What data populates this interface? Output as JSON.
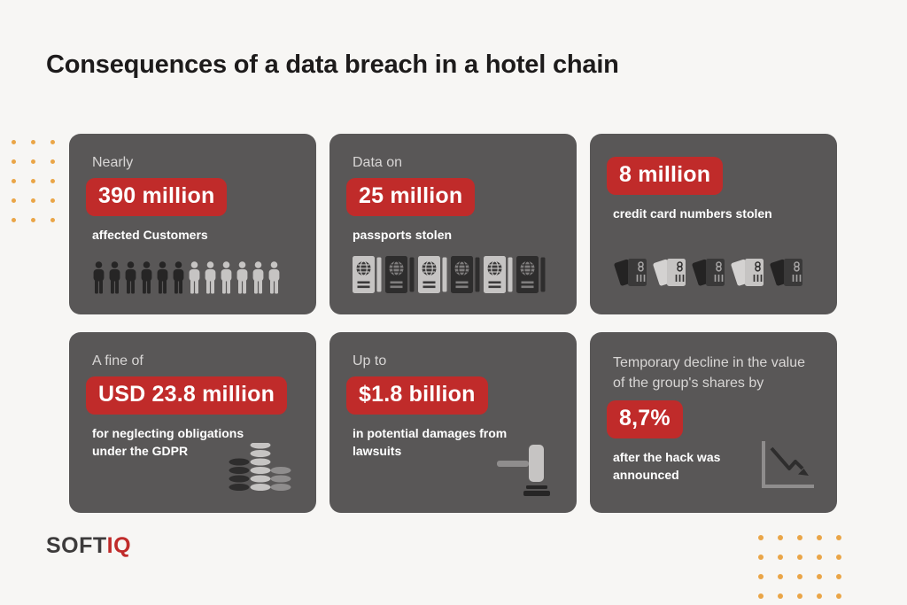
{
  "page": {
    "title": "Consequences of a data breach in a hotel chain"
  },
  "colors": {
    "background": "#f7f6f4",
    "card": "#595757",
    "badge_red": "#c02b2a",
    "dot_orange": "#eaa547",
    "title_text": "#1d1b1b",
    "intro_text": "#d8d6d5",
    "caption_text": "#ffffff",
    "icon_dark": "#262525",
    "icon_dark_alt": "#2e2d2d",
    "icon_light": "#c6c4c3",
    "icon_mid": "#8f8d8d",
    "icon_detail_on_light": "#3a3939",
    "icon_detail_on_dark": "#7f7d7d"
  },
  "cards": [
    {
      "name": "affected-customers",
      "intro": "Nearly",
      "stat": "390 million",
      "caption": "affected Customers",
      "icon": {
        "type": "people-row",
        "name": "people-row-icon",
        "count": 12,
        "dark_count": 6
      }
    },
    {
      "name": "passports-stolen",
      "intro": "Data on",
      "stat": "25 million",
      "caption": "passports stolen",
      "icon": {
        "type": "passport-row",
        "name": "passports-row-icon",
        "count": 6,
        "pattern": "alternating light/dark"
      }
    },
    {
      "name": "credit-cards-stolen",
      "intro": "",
      "stat": "8 million",
      "caption": "credit card numbers stolen",
      "icon": {
        "type": "credit-card-row",
        "name": "credit-cards-row-icon",
        "count": 5,
        "pattern": "alternating dark/light"
      }
    },
    {
      "name": "gdpr-fine",
      "intro": "A fine of",
      "stat": "USD 23.8 million",
      "caption": "for neglecting obligations under the GDPR",
      "icon": {
        "type": "coin-stacks",
        "name": "coin-stacks-icon",
        "stacks": [
          4,
          6,
          3
        ]
      }
    },
    {
      "name": "lawsuit-damages",
      "intro": "Up to",
      "stat": "$1.8 billion",
      "caption": "in potential damages from lawsuits",
      "icon": {
        "type": "gavel",
        "name": "gavel-icon"
      }
    },
    {
      "name": "share-decline",
      "intro": "Temporary decline in the value of the group's shares by",
      "stat": "8,7%",
      "caption": "after the hack was announced",
      "icon": {
        "type": "declining-chart",
        "name": "declining-chart-icon"
      }
    }
  ],
  "logo": {
    "part1": "SOFT",
    "part2": "IQ"
  },
  "decorations": {
    "left_dots": {
      "cols": 3,
      "rows": 5
    },
    "bottom_right_dots": {
      "cols": 5,
      "rows": 4
    }
  }
}
